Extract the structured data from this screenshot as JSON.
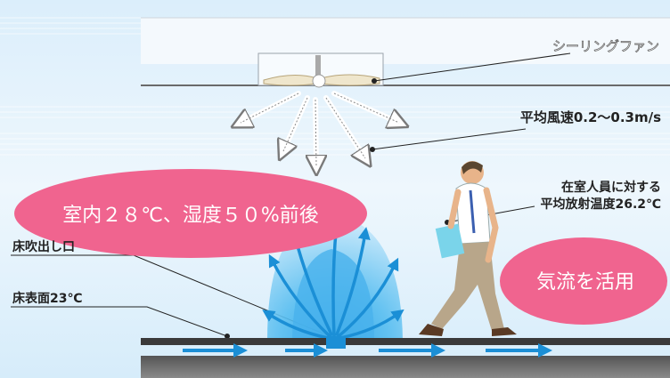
{
  "labels": {
    "ceiling_fan": "シーリングファン",
    "avg_wind_speed": "平均風速0.2～0.3m/s",
    "radiant_temp_line1": "在室人員に対する",
    "radiant_temp_line2": "平均放射温度26.2℃",
    "floor_outlet": "床吹出し口",
    "floor_surface": "床表面23℃"
  },
  "callouts": {
    "room_condition": "室内２８℃、湿度５０%前後",
    "airflow_use": "気流を活用"
  },
  "colors": {
    "sky_light": "#eef6fd",
    "sky_band": "#d2e8f7",
    "airflow_blue": "#1b8fd6",
    "bubble_pink": "#f0648f",
    "floor_dark": "#3a3a3a"
  }
}
